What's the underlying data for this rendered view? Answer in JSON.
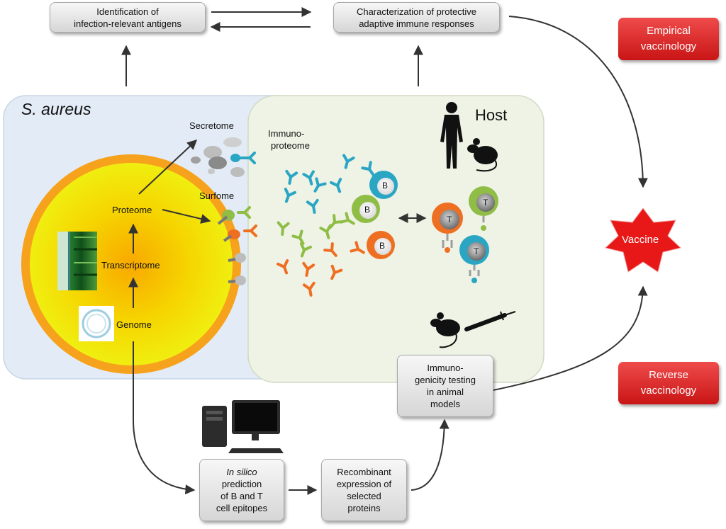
{
  "top": {
    "antigens_box": {
      "line1": "Identification of",
      "line2": "infection-relevant antigens"
    },
    "responses_box": {
      "line1": "Characterization of protective",
      "line2": "adaptive immune responses"
    }
  },
  "approaches": {
    "empirical": {
      "line1": "Empirical",
      "line2": "vaccinology"
    },
    "reverse": {
      "line1": "Reverse",
      "line2": "vaccinology"
    }
  },
  "vaccine": "Vaccine",
  "pathogen": {
    "title": "S. aureus",
    "secretome": "Secretome",
    "surfome": "Surfome",
    "proteome": "Proteome",
    "transcriptome": "Transcriptome",
    "genome": "Genome"
  },
  "host": {
    "title": "Host",
    "immunoproteome_line1": "Immuno-",
    "immunoproteome_line2": "proteome",
    "cells": {
      "b": "B",
      "t": "T"
    }
  },
  "workflow": {
    "insilico": {
      "italic": "In silico",
      "line2": "prediction",
      "line3": "of B and T",
      "line4": "cell epitopes"
    },
    "recombinant": {
      "line1": "Recombinant",
      "line2": "expression of",
      "line3": "selected",
      "line4": "proteins"
    },
    "immunogenicity": {
      "line1": "Immuno-",
      "line2": "genicity testing",
      "line3": "in animal",
      "line4": "models"
    }
  },
  "colors": {
    "cyan": "#2aa6c4",
    "green": "#8fbd45",
    "orange": "#ef6f22",
    "vaccine_red": "#e81818",
    "grey_antibody": "#9e9e9e"
  }
}
